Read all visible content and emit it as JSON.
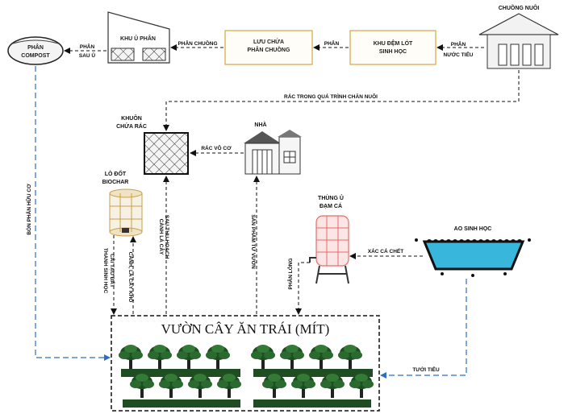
{
  "nodes": {
    "chuong_nuoi": "CHUỒNG NUÔI",
    "khu_dem_lot": [
      "KHU ĐỆM LÓT",
      "SINH HỌC"
    ],
    "luu_chua": [
      "LƯU CHỨA",
      "PHÂN CHUỒNG"
    ],
    "khu_u_phan": "KHU Ủ PHÂN",
    "phan_compost": [
      "PHÂN",
      "COMPOST"
    ],
    "khuon_chua_rac": [
      "KHUÔN",
      "CHỨA RÁC"
    ],
    "nha": "NHÀ",
    "lo_dot_biochar": [
      "LÒ ĐỐT",
      "BIOCHAR"
    ],
    "thung_u_dam_ca": [
      "THÙNG Ủ",
      "ĐẠM CÁ"
    ],
    "ao_sinh_hoc": "AO SINH HỌC",
    "vuon": "VƯỜN CÂY ĂN TRÁI (MÍT)"
  },
  "edges": {
    "phan_nuoc_tieu": [
      "PHÂN",
      "NƯỚC TIỂU"
    ],
    "phan": "PHÂN",
    "phan_chuong": "PHÂN CHUỒNG",
    "phan_sau_u": [
      "PHÂN",
      "SAU Ủ"
    ],
    "rac_trong_qua_trinh": "RÁC TRONG QUÁ TRÌNH CHĂN NUÔI",
    "rac_vo_co": "RÁC VÔ CƠ",
    "bon_phan_huu_co": "BÓN PHÂN HỮU CƠ",
    "thanh_sinh_hoc": [
      "THANH SINH HỌC",
      "CẢI TẠO ĐẤT"
    ],
    "canh_la_cay_kho": "CÀNH, LÁ CÂY KHÔ",
    "canh_la_cay_sau": [
      "CÀNH LÁ CÂY",
      "SAU THU HOẠCH"
    ],
    "san_pham_tu_vuon": "SẢN PHẨM TỪ VƯỜN",
    "phan_long": "PHÂN LỎNG",
    "xac_ca_chet": "XÁC CÁ CHẾT",
    "tuoi_tieu": "TƯỚI TIÊU"
  },
  "colors": {
    "box_border": "#d9a441",
    "blue_line": "#2f6fbf",
    "black_line": "#111111",
    "tree": "#1f4d22",
    "tank": "#e56b6b",
    "pond": "#39b6dc"
  }
}
